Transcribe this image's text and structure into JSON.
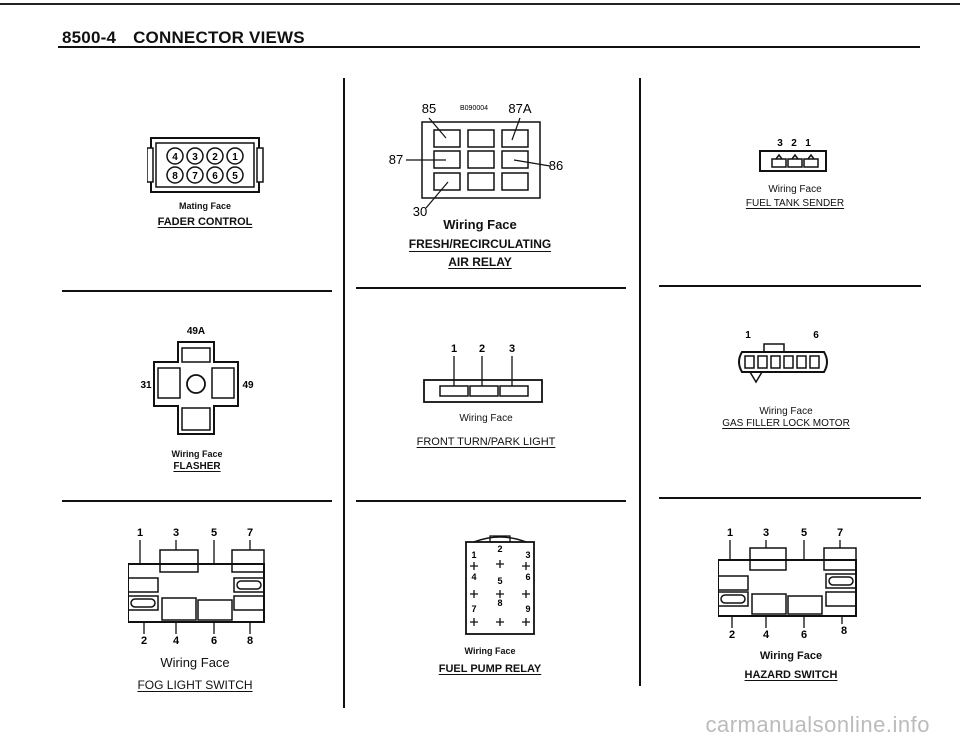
{
  "header": {
    "page_number": "8500-4",
    "title": "CONNECTOR VIEWS"
  },
  "connectors": [
    {
      "id": "fader",
      "face": "Mating Face",
      "title": "FADER CONTROL",
      "pins": [
        "4",
        "3",
        "2",
        "1",
        "8",
        "7",
        "6",
        "5"
      ]
    },
    {
      "id": "relay",
      "face": "Wiring Face",
      "title_line1": "FRESH/RECIRCULATING",
      "title_line2": "AIR RELAY",
      "pins": [
        "85",
        "87A",
        "87",
        "86",
        "30"
      ],
      "code": "B090004"
    },
    {
      "id": "fuel_tank",
      "face": "Wiring Face",
      "title": "FUEL TANK SENDER",
      "pins": [
        "3",
        "2",
        "1"
      ]
    },
    {
      "id": "flasher",
      "face": "Wiring Face",
      "title": "FLASHER",
      "pins": [
        "49A",
        "31",
        "49"
      ]
    },
    {
      "id": "turn_park",
      "face": "Wiring Face",
      "title": "FRONT TURN/PARK LIGHT",
      "pins": [
        "1",
        "2",
        "3"
      ]
    },
    {
      "id": "gas_filler",
      "face": "Wiring Face",
      "title": "GAS FILLER LOCK MOTOR",
      "pins": [
        "1",
        "6"
      ]
    },
    {
      "id": "fog",
      "face": "Wiring Face",
      "title": "FOG LIGHT SWITCH",
      "pins": [
        "1",
        "3",
        "5",
        "7",
        "2",
        "4",
        "6",
        "8"
      ]
    },
    {
      "id": "fuel_pump",
      "face": "Wiring Face",
      "title": "FUEL PUMP RELAY",
      "pins": [
        "1",
        "2",
        "3",
        "4",
        "5",
        "6",
        "7",
        "8",
        "9"
      ]
    },
    {
      "id": "hazard",
      "face": "Wiring Face",
      "title": "HAZARD SWITCH",
      "pins": [
        "1",
        "3",
        "5",
        "7",
        "2",
        "4",
        "6",
        "8"
      ]
    }
  ],
  "watermark": "carmanualsonline.info"
}
